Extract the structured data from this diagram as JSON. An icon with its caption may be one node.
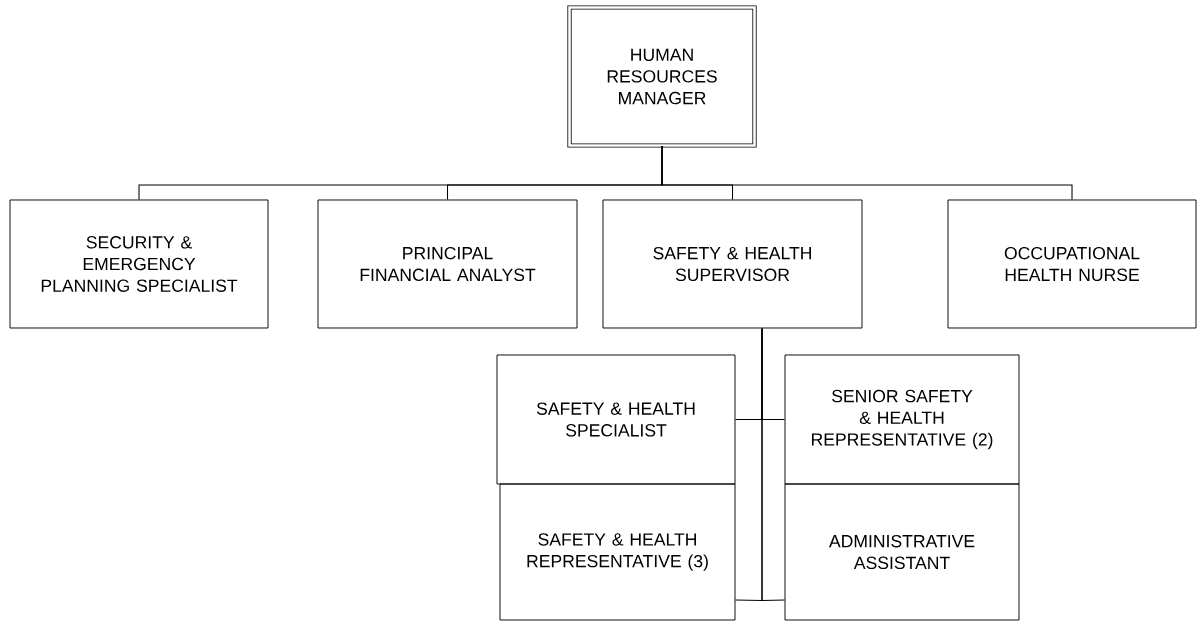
{
  "diagram": {
    "nodes": [
      {
        "text": [
          "HUMAN RESOURCES MANAGER"
        ]
      },
      {
        "text": [
          "SECURITY & EMERGENCY PLANNING SPECIALIST"
        ]
      },
      {
        "text": [
          "PRINCIPAL FINANCIAL ANALYST"
        ]
      },
      {
        "text": [
          "SAFETY & HEALTH SUPERVISOR"
        ]
      },
      {
        "text": [
          "OCCUPATIONAL HEALTH NURSE"
        ]
      },
      {
        "text": [
          "SAFETY & HEALTH SPECIALIST"
        ]
      },
      {
        "text": [
          "SENIOR SAFETY & HEALTH REPRESENTATIVE (2)"
        ]
      },
      {
        "text": [
          "SAFETY & HEALTH REPRESENTATIVE (3)"
        ]
      },
      {
        "text": [
          "ADMINISTRATIVE ASSISTANT"
        ]
      }
    ],
    "edges": [
      {
        "from": 0,
        "to": 1,
        "arrow": "none"
      },
      {
        "from": 0,
        "to": 2,
        "arrow": "none"
      },
      {
        "from": 0,
        "to": 3,
        "arrow": "none"
      },
      {
        "from": 0,
        "to": 4,
        "arrow": "none"
      },
      {
        "from": 3,
        "to": 5,
        "arrow": "none"
      },
      {
        "from": 3,
        "to": 6,
        "arrow": "none"
      },
      {
        "from": 3,
        "to": 7,
        "arrow": "none"
      },
      {
        "from": 3,
        "to": 8,
        "arrow": "none"
      }
    ]
  }
}
